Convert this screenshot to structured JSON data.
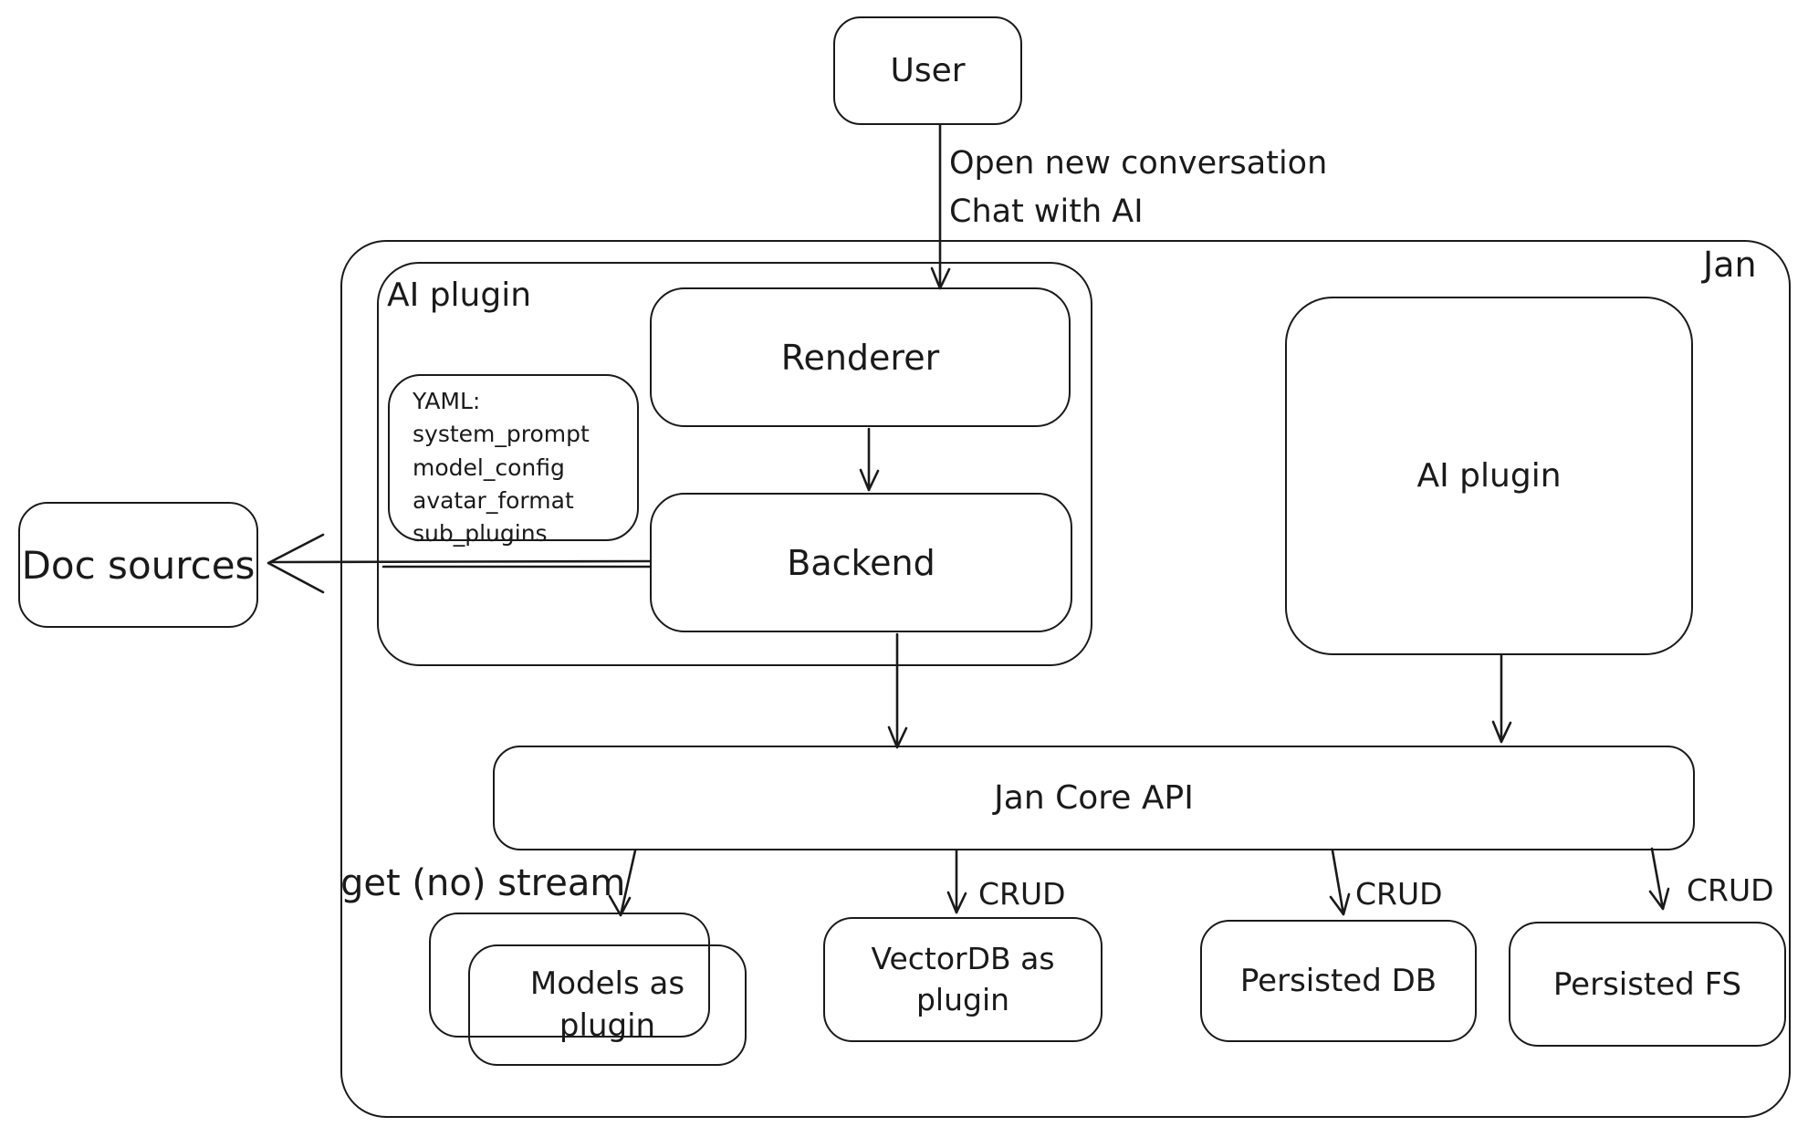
{
  "diagram": {
    "outer_label": "Jan",
    "user": "User",
    "edge_user_line1": "Open new conversation",
    "edge_user_line2": "Chat with AI",
    "ai_plugin_left": "AI plugin",
    "renderer": "Renderer",
    "backend": "Backend",
    "yaml": {
      "title": "YAML:",
      "lines": [
        "system_prompt",
        "model_config",
        "avatar_format",
        "sub_plugins"
      ]
    },
    "doc_sources": "Doc sources",
    "ai_plugin_right": "AI plugin",
    "jan_core_api": "Jan Core API",
    "edge_get_stream": "get (no) stream",
    "edge_crud_vectordb": "CRUD",
    "edge_crud_persisted_db": "CRUD",
    "edge_crud_persisted_fs": "CRUD",
    "models_plugin": "Models as plugin",
    "vectordb_plugin": "VectorDB as plugin",
    "persisted_db": "Persisted DB",
    "persisted_fs": "Persisted FS",
    "colors": {
      "stroke": "#1a1a1a",
      "background": "#ffffff"
    }
  }
}
